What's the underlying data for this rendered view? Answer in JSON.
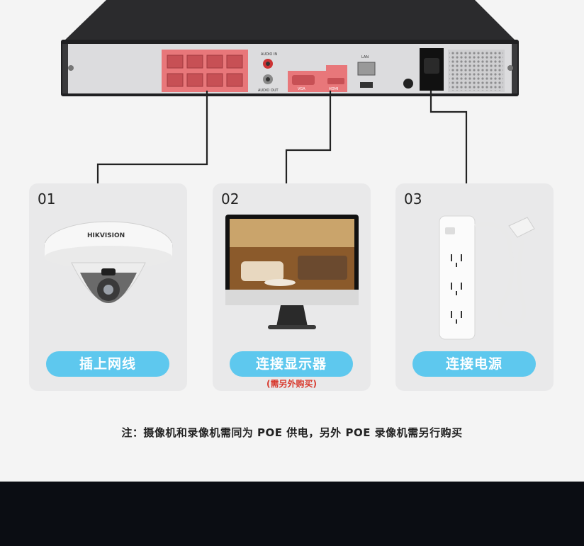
{
  "nvr": {
    "labels": {
      "audio_in": "AUDIO IN",
      "audio_out": "AUDIO OUT",
      "vga": "VGA",
      "hdmi": "HDMI",
      "lan": "LAN"
    }
  },
  "cards": [
    {
      "num": "01",
      "label": "插上网线",
      "note": ""
    },
    {
      "num": "02",
      "label": "连接显示器",
      "note": "(需另外购买)"
    },
    {
      "num": "03",
      "label": "连接电源",
      "note": ""
    }
  ],
  "camera_brand": "HIKVISION",
  "footnote": "注：摄像机和录像机需同为 POE 供电，另外 POE 录像机需另行购买",
  "colors": {
    "accent": "#5ec8ee",
    "highlight": "#e8777a",
    "note": "#d83a2e",
    "footer": "#0b0d13"
  }
}
